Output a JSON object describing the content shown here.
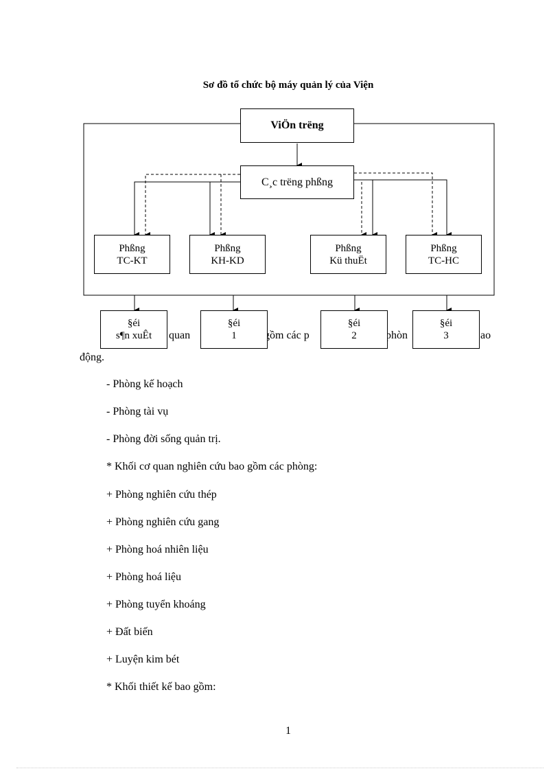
{
  "document": {
    "title": "Sơ đồ tổ chức bộ máy quản lý của Viện",
    "chart": {
      "director": "ViÖn tr­ëng",
      "heads": "C¸c tr­ëng phßng",
      "rooms": [
        {
          "line1": "Phßng",
          "line2": "TC-KT"
        },
        {
          "line1": "Phßng",
          "line2": "KH-KD"
        },
        {
          "line1": "Phßng",
          "line2": "Kü thuËt"
        },
        {
          "line1": "Phßng",
          "line2": "TC-HC"
        }
      ],
      "teams": [
        {
          "line1": "§éi",
          "line2": "s¶n xuÊt"
        },
        {
          "line1": "§éi",
          "line2": "1"
        },
        {
          "line1": "§éi",
          "line2": "2"
        },
        {
          "line1": "§éi",
          "line2": "3"
        }
      ]
    },
    "overlap_fragments": {
      "quan": "quan",
      "gom_cac": "gồm  các  p",
      "phon": "phòn",
      "ao": "ao"
    },
    "dong": "động.",
    "lines": [
      "- Phòng kế hoạch",
      "- Phòng tài vụ",
      "- Phòng đời sống quản trị.",
      "* Khối cơ quan nghiên cứu bao gồm các phòng:",
      "+ Phòng nghiên cứu thép",
      "+ Phòng nghiên cứu gang",
      "+ Phòng hoá nhiên liệu",
      "+ Phòng hoá liệu",
      "+ Phòng tuyển khoáng",
      "+ Đất biến",
      "+ Luyện kim bét",
      "* Khối thiết kế bao gồm:"
    ],
    "page_number": "1"
  }
}
